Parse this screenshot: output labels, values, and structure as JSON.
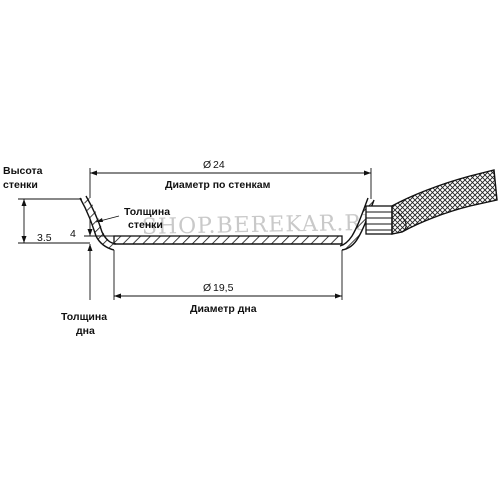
{
  "diagram": {
    "labels": {
      "height_title_line1": "Высота",
      "height_title_line2": "стенки",
      "height_value": "3.5",
      "wall_thickness_line1": "Толщина",
      "wall_thickness_line2": "стенки",
      "bottom_thickness_value": "4",
      "bottom_thickness_line1": "Толщина",
      "bottom_thickness_line2": "дна",
      "top_diameter_value": "24",
      "top_diameter_caption": "Диаметр по стенкам",
      "bottom_diameter_value": "19,5",
      "bottom_diameter_caption": "Диаметр дна",
      "diameter_symbol": "Ø"
    },
    "watermark": "SHOP.BEREKAR.RU",
    "colors": {
      "line": "#111111",
      "background": "#ffffff",
      "watermark": "#c9c9c9"
    }
  }
}
